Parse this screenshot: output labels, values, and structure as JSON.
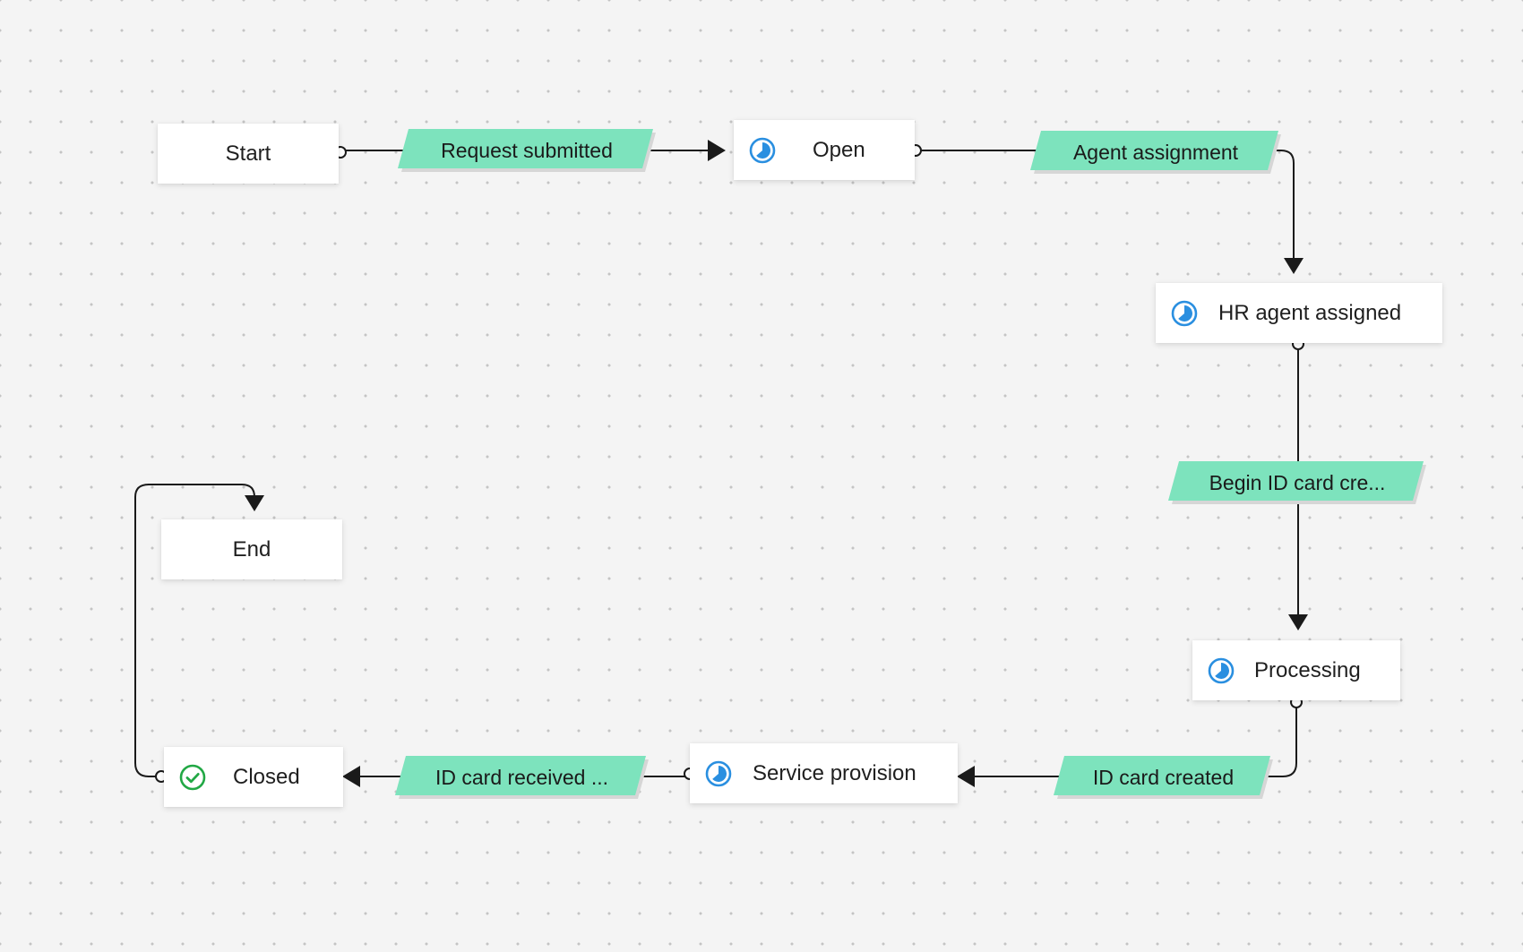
{
  "colors": {
    "label_fill": "#7de3bd",
    "label_shadow": "#d6d6d6",
    "connector": "#1a1a1a",
    "state_icon": "#2a8fe0",
    "done_icon": "#22a845",
    "node_bg": "#ffffff"
  },
  "states": [
    {
      "id": "start",
      "label": "Start",
      "icon": ""
    },
    {
      "id": "open",
      "label": "Open",
      "icon": "pie-clock-icon"
    },
    {
      "id": "hr-agent-assigned",
      "label": "HR agent assigned",
      "icon": "pie-clock-icon"
    },
    {
      "id": "processing",
      "label": "Processing",
      "icon": "pie-clock-icon"
    },
    {
      "id": "service-provision",
      "label": "Service provision",
      "icon": "pie-clock-icon"
    },
    {
      "id": "closed",
      "label": "Closed",
      "icon": "check-circle-icon"
    },
    {
      "id": "end",
      "label": "End",
      "icon": ""
    }
  ],
  "transitions": [
    {
      "id": "request-submitted",
      "label": "Request submitted",
      "from": "start",
      "to": "open"
    },
    {
      "id": "agent-assignment",
      "label": "Agent assignment",
      "from": "open",
      "to": "hr-agent-assigned"
    },
    {
      "id": "begin-id-card-creation",
      "label": "Begin ID card cre...",
      "from": "hr-agent-assigned",
      "to": "processing"
    },
    {
      "id": "id-card-created",
      "label": "ID card created",
      "from": "processing",
      "to": "service-provision"
    },
    {
      "id": "id-card-received",
      "label": "ID card received ...",
      "from": "service-provision",
      "to": "closed"
    },
    {
      "id": "closed-to-end",
      "label": "",
      "from": "closed",
      "to": "end"
    }
  ]
}
